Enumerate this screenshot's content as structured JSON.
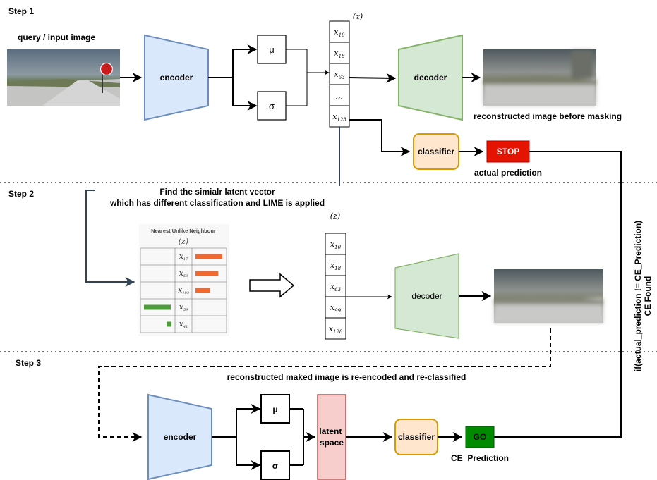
{
  "steps": [
    "Step 1",
    "Step 2",
    "Step 3"
  ],
  "step1": {
    "input_label": "query / input image",
    "encoder": "encoder",
    "mu": "μ",
    "sigma": "σ",
    "z_label": "(z)",
    "latent_cells": [
      {
        "base": "x",
        "sub": "10"
      },
      {
        "base": "x",
        "sub": "18"
      },
      {
        "base": "x",
        "sub": "63"
      },
      {
        "base": ",,,",
        "sub": ""
      },
      {
        "base": "x",
        "sub": "128"
      }
    ],
    "decoder": "decoder",
    "reconstructed_label": "reconstructed image before masking",
    "classifier": "classifier",
    "prediction": "STOP",
    "prediction_label": "actual prediction"
  },
  "step2": {
    "note_line1": "Find the simialr latent vector",
    "note_line2": "which has different classification and LIME is applied",
    "nun_title": "Nearest Unlike Neighbour",
    "nun_z": "(z)",
    "nun_rows": [
      {
        "sub": "17",
        "side": "right",
        "value": 1.0,
        "color": "#f0692f"
      },
      {
        "sub": "53",
        "side": "right",
        "value": 0.85,
        "color": "#f0692f"
      },
      {
        "sub": "103",
        "side": "right",
        "value": 0.55,
        "color": "#f0692f"
      },
      {
        "sub": "59",
        "side": "left",
        "value": 1.0,
        "color": "#4d9e3a"
      },
      {
        "sub": "41",
        "side": "left",
        "value": 0.18,
        "color": "#4d9e3a"
      }
    ],
    "z_label": "(z)",
    "latent_cells": [
      {
        "base": "x",
        "sub": "10"
      },
      {
        "base": "x",
        "sub": "18"
      },
      {
        "base": "x",
        "sub": "63"
      },
      {
        "base": "x",
        "sub": "99"
      },
      {
        "base": "x",
        "sub": "128"
      }
    ],
    "decoder": "decoder"
  },
  "step3": {
    "note": "reconstructed maked image is re-encoded and re-classified",
    "encoder": "encoder",
    "mu": "μ",
    "sigma": "σ",
    "latent_line1": "latent",
    "latent_line2": "space",
    "classifier": "classifier",
    "prediction": "GO",
    "prediction_label": "CE_Prediction"
  },
  "side_label_line1": "if(actual_prediction != CE_Prediction)",
  "side_label_line2": "CE Found",
  "colors": {
    "encoder_fill": "#dae8fc",
    "encoder_stroke": "#6c8ebf",
    "decoder_fill": "#d5e8d4",
    "decoder_stroke": "#82b366",
    "classifier_fill": "#ffe6cc",
    "classifier_stroke": "#d79b00",
    "latent_fill": "#f8cecc",
    "latent_stroke": "#b85450",
    "stop_fill": "#e51400",
    "go_fill": "#008a00",
    "step_line": "#444444"
  }
}
